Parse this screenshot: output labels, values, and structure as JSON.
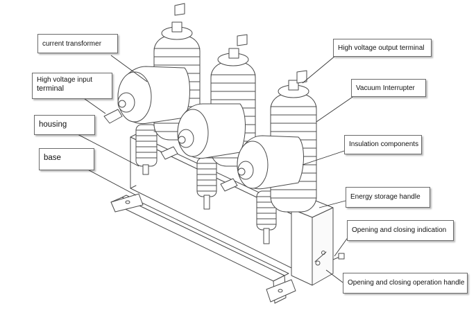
{
  "labels": {
    "current_transformer": "current transformer",
    "hv_input_line1": "High voltage input",
    "hv_input_line2": "terminal",
    "housing": "housing",
    "base": "base",
    "hv_output": "High voltage output terminal",
    "vacuum_interrupter": "Vacuum Interrupter",
    "insulation": "Insulation components",
    "energy_storage": "Energy storage handle",
    "opening_closing_indication": "Opening and closing indication",
    "opening_closing_handle": "Opening and closing operation handle"
  }
}
